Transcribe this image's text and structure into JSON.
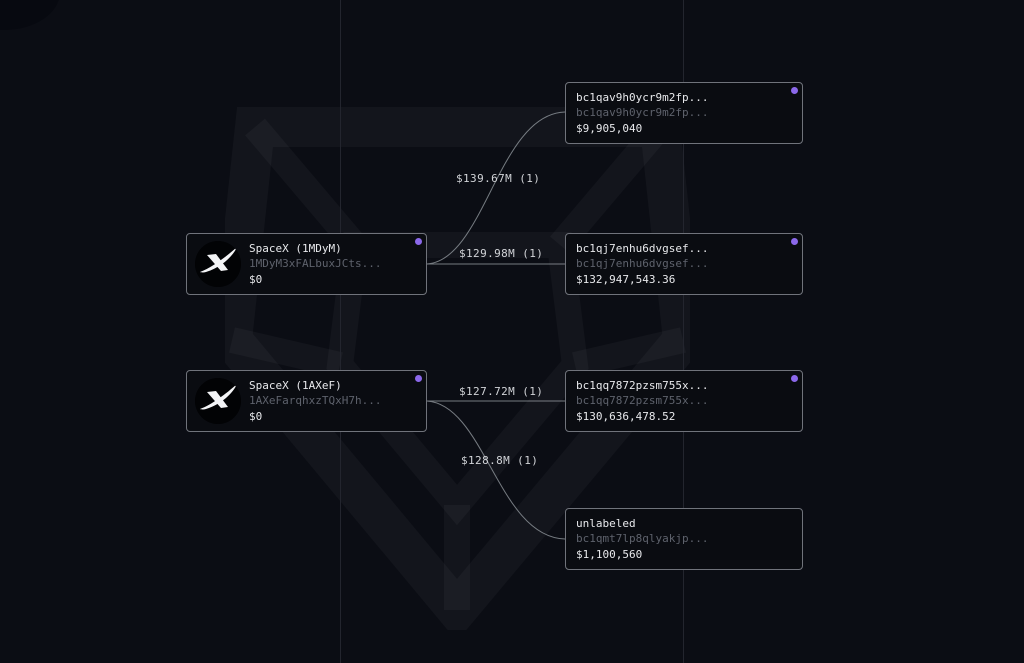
{
  "app": {
    "name_hint": "blockchain-flow-visualizer",
    "watermark_icon": "arkham-pentagon-logo"
  },
  "colors": {
    "background": "#0b0d14",
    "node_background": "#0a0c11",
    "node_border": "#70737b",
    "accent_purple": "#8b68ea",
    "edge_line": "#9aa0a6",
    "text_primary": "#e8e9ec",
    "text_muted": "#5e626c",
    "edge_label_text": "#d2d4d8"
  },
  "graph": {
    "nodes": [
      {
        "id": "spacex-1mdym",
        "kind": "entity",
        "avatar_icon": "spacex-x-logo",
        "title": "SpaceX (1MDyM)",
        "address": "1MDyM3xFALbuxJCts...",
        "balance": "$0",
        "pin_dot": true
      },
      {
        "id": "spacex-1axef",
        "kind": "entity",
        "avatar_icon": "spacex-x-logo",
        "title": "SpaceX (1AXeF)",
        "address": "1AXeFarqhxzTQxH7h...",
        "balance": "$0",
        "pin_dot": true
      },
      {
        "id": "addr-bc1qav",
        "kind": "address",
        "title": "bc1qav9h0ycr9m2fp...",
        "address": "bc1qav9h0ycr9m2fp...",
        "balance": "$9,905,040",
        "pin_dot": true
      },
      {
        "id": "addr-bc1qj7",
        "kind": "address",
        "title": "bc1qj7enhu6dvgsef...",
        "address": "bc1qj7enhu6dvgsef...",
        "balance": "$132,947,543.36",
        "pin_dot": true
      },
      {
        "id": "addr-bc1qq78",
        "kind": "address",
        "title": "bc1qq7872pzsm755x...",
        "address": "bc1qq7872pzsm755x...",
        "balance": "$130,636,478.52",
        "pin_dot": true
      },
      {
        "id": "addr-unlabeled",
        "kind": "address",
        "title": "unlabeled",
        "address": "bc1qmt7lp8qlyakjp...",
        "balance": "$1,100,560",
        "pin_dot": false
      }
    ],
    "edges": [
      {
        "from": "spacex-1mdym",
        "to": "addr-bc1qav",
        "label": "$139.67M (1)",
        "amount": "$139.67M",
        "tx_count": 1
      },
      {
        "from": "spacex-1mdym",
        "to": "addr-bc1qj7",
        "label": "$129.98M (1)",
        "amount": "$129.98M",
        "tx_count": 1
      },
      {
        "from": "spacex-1axef",
        "to": "addr-bc1qq78",
        "label": "$127.72M (1)",
        "amount": "$127.72M",
        "tx_count": 1
      },
      {
        "from": "spacex-1axef",
        "to": "addr-unlabeled",
        "label": "$128.8M (1)",
        "amount": "$128.8M",
        "tx_count": 1
      }
    ]
  }
}
